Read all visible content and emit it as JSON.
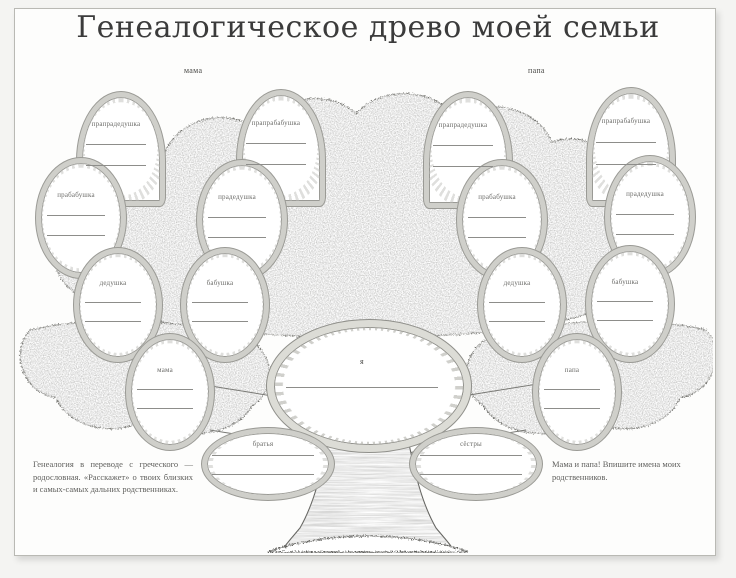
{
  "document": {
    "title": "Генеалогическое древо моей семьи",
    "language": "ru"
  },
  "side_tags": {
    "left": "мама",
    "right": "папа"
  },
  "generations": [
    {
      "id": "great-great-grandparents",
      "cards": [
        {
          "id": "ggf-maternal",
          "label": "прапрадедушка",
          "side": "maternal"
        },
        {
          "id": "ggm-maternal",
          "label": "прапрабабушка",
          "side": "maternal"
        },
        {
          "id": "ggf-paternal",
          "label": "прапрадедушка",
          "side": "paternal"
        },
        {
          "id": "ggm-paternal",
          "label": "прапрабабушка",
          "side": "paternal"
        }
      ]
    },
    {
      "id": "great-grandparents",
      "cards": [
        {
          "id": "gm-maternal",
          "label": "прабабушка",
          "side": "maternal"
        },
        {
          "id": "gf-maternal",
          "label": "прадедушка",
          "side": "maternal"
        },
        {
          "id": "gm-paternal",
          "label": "прабабушка",
          "side": "paternal"
        },
        {
          "id": "gf-paternal",
          "label": "прадедушка",
          "side": "paternal"
        }
      ]
    },
    {
      "id": "grandparents",
      "cards": [
        {
          "id": "grandfather-maternal",
          "label": "дедушка",
          "side": "maternal"
        },
        {
          "id": "grandmother-maternal",
          "label": "бабушка",
          "side": "maternal"
        },
        {
          "id": "grandfather-paternal",
          "label": "дедушка",
          "side": "paternal"
        },
        {
          "id": "grandmother-paternal",
          "label": "бабушка",
          "side": "paternal"
        }
      ]
    },
    {
      "id": "parents",
      "cards": [
        {
          "id": "mother",
          "label": "мама",
          "side": "maternal"
        },
        {
          "id": "father",
          "label": "папа",
          "side": "paternal"
        }
      ]
    },
    {
      "id": "self",
      "cards": [
        {
          "id": "me",
          "label": "я",
          "side": "center"
        }
      ]
    },
    {
      "id": "siblings",
      "cards": [
        {
          "id": "brothers",
          "label": "братья",
          "side": "left"
        },
        {
          "id": "sisters",
          "label": "сёстры",
          "side": "right"
        }
      ]
    }
  ],
  "notes": {
    "left": "Генеалогия в переводе с греческого — родословная. «Расскажет» о твоих близких и самых-самых дальних родственниках.",
    "right": "Мама и папа! Впишите имена моих родственников."
  },
  "colors": {
    "paper": "#fdfdfc",
    "ink": "#4a4a47",
    "frame": "#9a9a95",
    "rule": "#8d8d8a",
    "page_background": "#f2f2f0"
  }
}
